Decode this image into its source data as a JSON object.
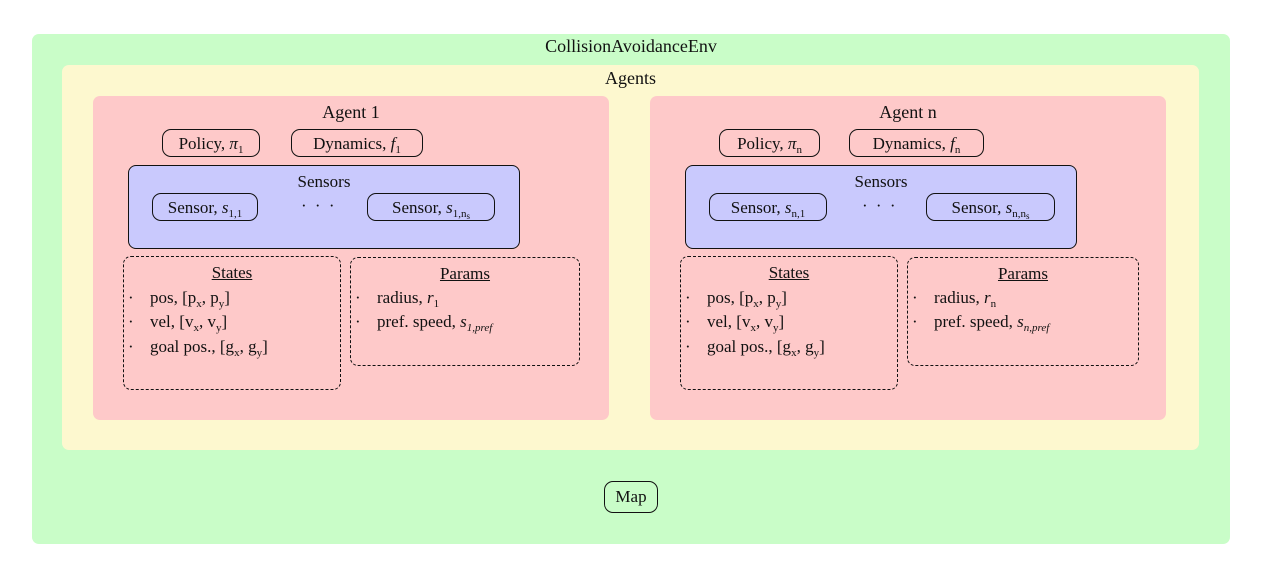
{
  "env": {
    "title": "CollisionAvoidanceEnv"
  },
  "agents_group": {
    "title": "Agents",
    "separator": "· · ·"
  },
  "agent1": {
    "title": "Agent 1",
    "policy": {
      "label": "Policy, ",
      "sym": "π",
      "sub": "1"
    },
    "dynamics": {
      "label": "Dynamics, ",
      "sym": "f",
      "sub": "1"
    },
    "sensors": {
      "title": "Sensors",
      "first": {
        "label": "Sensor, ",
        "sym": "s",
        "sub": "1,1"
      },
      "dots": "· · ·",
      "last": {
        "label": "Sensor, ",
        "sym": "s",
        "sub": "1,n",
        "subsub": "s"
      }
    },
    "states": {
      "title": "States",
      "pos": {
        "label": "pos, ",
        "math": "[p",
        "a": "x",
        "mid": ", p",
        "b": "y",
        "end": "]"
      },
      "vel": {
        "label": "vel, ",
        "math": "[v",
        "a": "x",
        "mid": ", v",
        "b": "y",
        "end": "]"
      },
      "goal": {
        "label": "goal pos., ",
        "math": "[g",
        "a": "x",
        "mid": ", g",
        "b": "y",
        "end": "]"
      }
    },
    "params": {
      "title": "Params",
      "radius": {
        "label": "radius, ",
        "sym": "r",
        "sub": "1"
      },
      "speed": {
        "label": "pref. speed, ",
        "sym": "s",
        "sub": "1,pref"
      }
    }
  },
  "agentn": {
    "title": "Agent n",
    "policy": {
      "label": "Policy, ",
      "sym": "π",
      "sub": "n"
    },
    "dynamics": {
      "label": "Dynamics, ",
      "sym": "f",
      "sub": "n"
    },
    "sensors": {
      "title": "Sensors",
      "first": {
        "label": "Sensor, ",
        "sym": "s",
        "sub": "n,1"
      },
      "dots": "· · ·",
      "last": {
        "label": "Sensor, ",
        "sym": "s",
        "sub": "n,n",
        "subsub": "s"
      }
    },
    "states": {
      "title": "States",
      "pos": {
        "label": "pos, ",
        "math": "[p",
        "a": "x",
        "mid": ", p",
        "b": "y",
        "end": "]"
      },
      "vel": {
        "label": "vel, ",
        "math": "[v",
        "a": "x",
        "mid": ", v",
        "b": "y",
        "end": "]"
      },
      "goal": {
        "label": "goal pos., ",
        "math": "[g",
        "a": "x",
        "mid": ", g",
        "b": "y",
        "end": "]"
      }
    },
    "params": {
      "title": "Params",
      "radius": {
        "label": "radius, ",
        "sym": "r",
        "sub": "n"
      },
      "speed": {
        "label": "pref. speed, ",
        "sym": "s",
        "sub": "n,pref"
      }
    }
  },
  "map": {
    "label": "Map"
  },
  "bullet": "·",
  "colors": {
    "env_bg": "#c9fdc8",
    "agents_bg": "#fdf8cf",
    "agent_bg": "#fec9c9",
    "sensors_bg": "#c9c9fd"
  }
}
